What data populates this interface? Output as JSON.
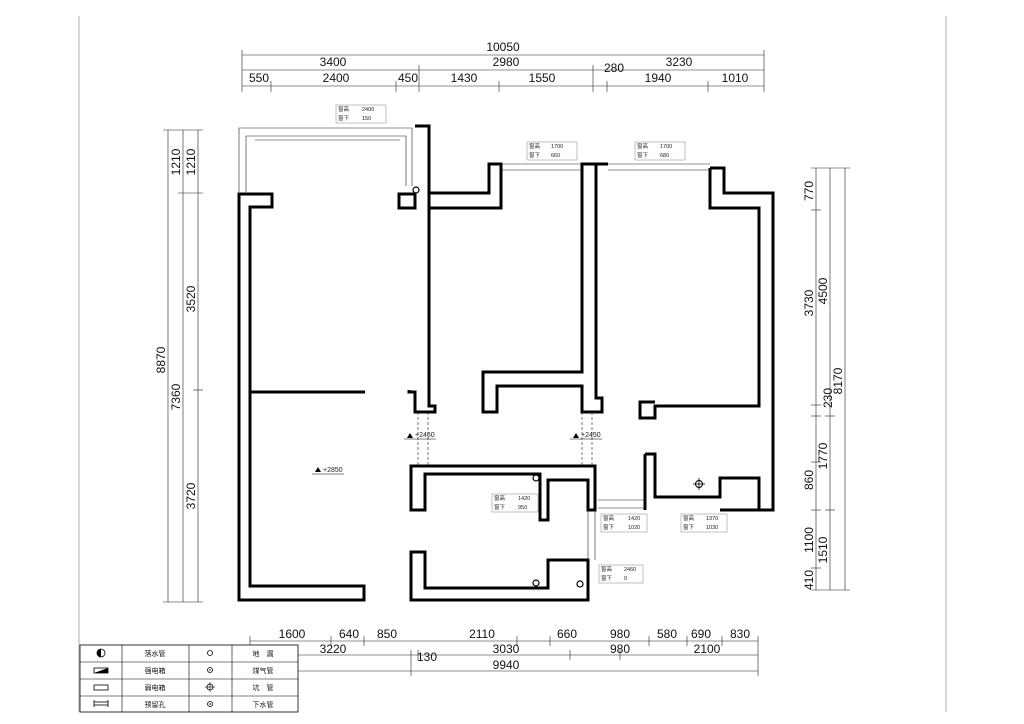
{
  "dims": {
    "top": {
      "overall": "10050",
      "row1": [
        "3400",
        "2980",
        "3230"
      ],
      "row2": [
        "550",
        "2400",
        "450",
        "1430",
        "1550",
        "280",
        "1940",
        "1010"
      ]
    },
    "bottom": {
      "overall": "9940",
      "row1": [
        "3220",
        "130",
        "3030",
        "980",
        "2100"
      ],
      "row2": [
        "1600",
        "640",
        "850",
        "2110",
        "660",
        "980",
        "580",
        "690",
        "830"
      ]
    },
    "left": {
      "overall": "8870",
      "row1": [
        "1210",
        "7360"
      ],
      "row2": [
        "1210",
        "3520",
        "3720"
      ]
    },
    "right": {
      "overall": "8170",
      "row1": [
        "4500",
        "1770",
        "1510"
      ],
      "row2": [
        "770",
        "3730",
        "230",
        "860",
        "1100",
        "410"
      ]
    }
  },
  "windows": [
    {
      "key": "w1",
      "h_label": "窗高",
      "h": "2400",
      "s_label": "窗下",
      "s": "150"
    },
    {
      "key": "w2",
      "h_label": "窗高",
      "h": "1700",
      "s_label": "窗下",
      "s": "660"
    },
    {
      "key": "w3",
      "h_label": "窗高",
      "h": "1700",
      "s_label": "窗下",
      "s": "680"
    },
    {
      "key": "w4",
      "h_label": "窗高",
      "h": "1420",
      "s_label": "窗下",
      "s": "950"
    },
    {
      "key": "w5",
      "h_label": "窗高",
      "h": "1420",
      "s_label": "窗下",
      "s": "1020"
    },
    {
      "key": "w6",
      "h_label": "窗高",
      "h": "1370",
      "s_label": "窗下",
      "s": "1030"
    },
    {
      "key": "w7",
      "h_label": "窗高",
      "h": "2460",
      "s_label": "窗下",
      "s": "0"
    }
  ],
  "levels": [
    "+2850",
    "+2460",
    "+2450"
  ],
  "legend": [
    {
      "icon": "drain-pipe-icon",
      "label": "落水管"
    },
    {
      "icon": "floor-drain-icon",
      "label": "地　漏"
    },
    {
      "icon": "strong-box-icon",
      "label": "强电箱"
    },
    {
      "icon": "gas-pipe-icon",
      "label": "煤气管"
    },
    {
      "icon": "weak-box-icon",
      "label": "弱电箱"
    },
    {
      "icon": "pit-pipe-icon",
      "label": "坑　管"
    },
    {
      "icon": "reserved-hole-icon",
      "label": "预留孔"
    },
    {
      "icon": "sewer-pipe-icon",
      "label": "下水管"
    }
  ]
}
